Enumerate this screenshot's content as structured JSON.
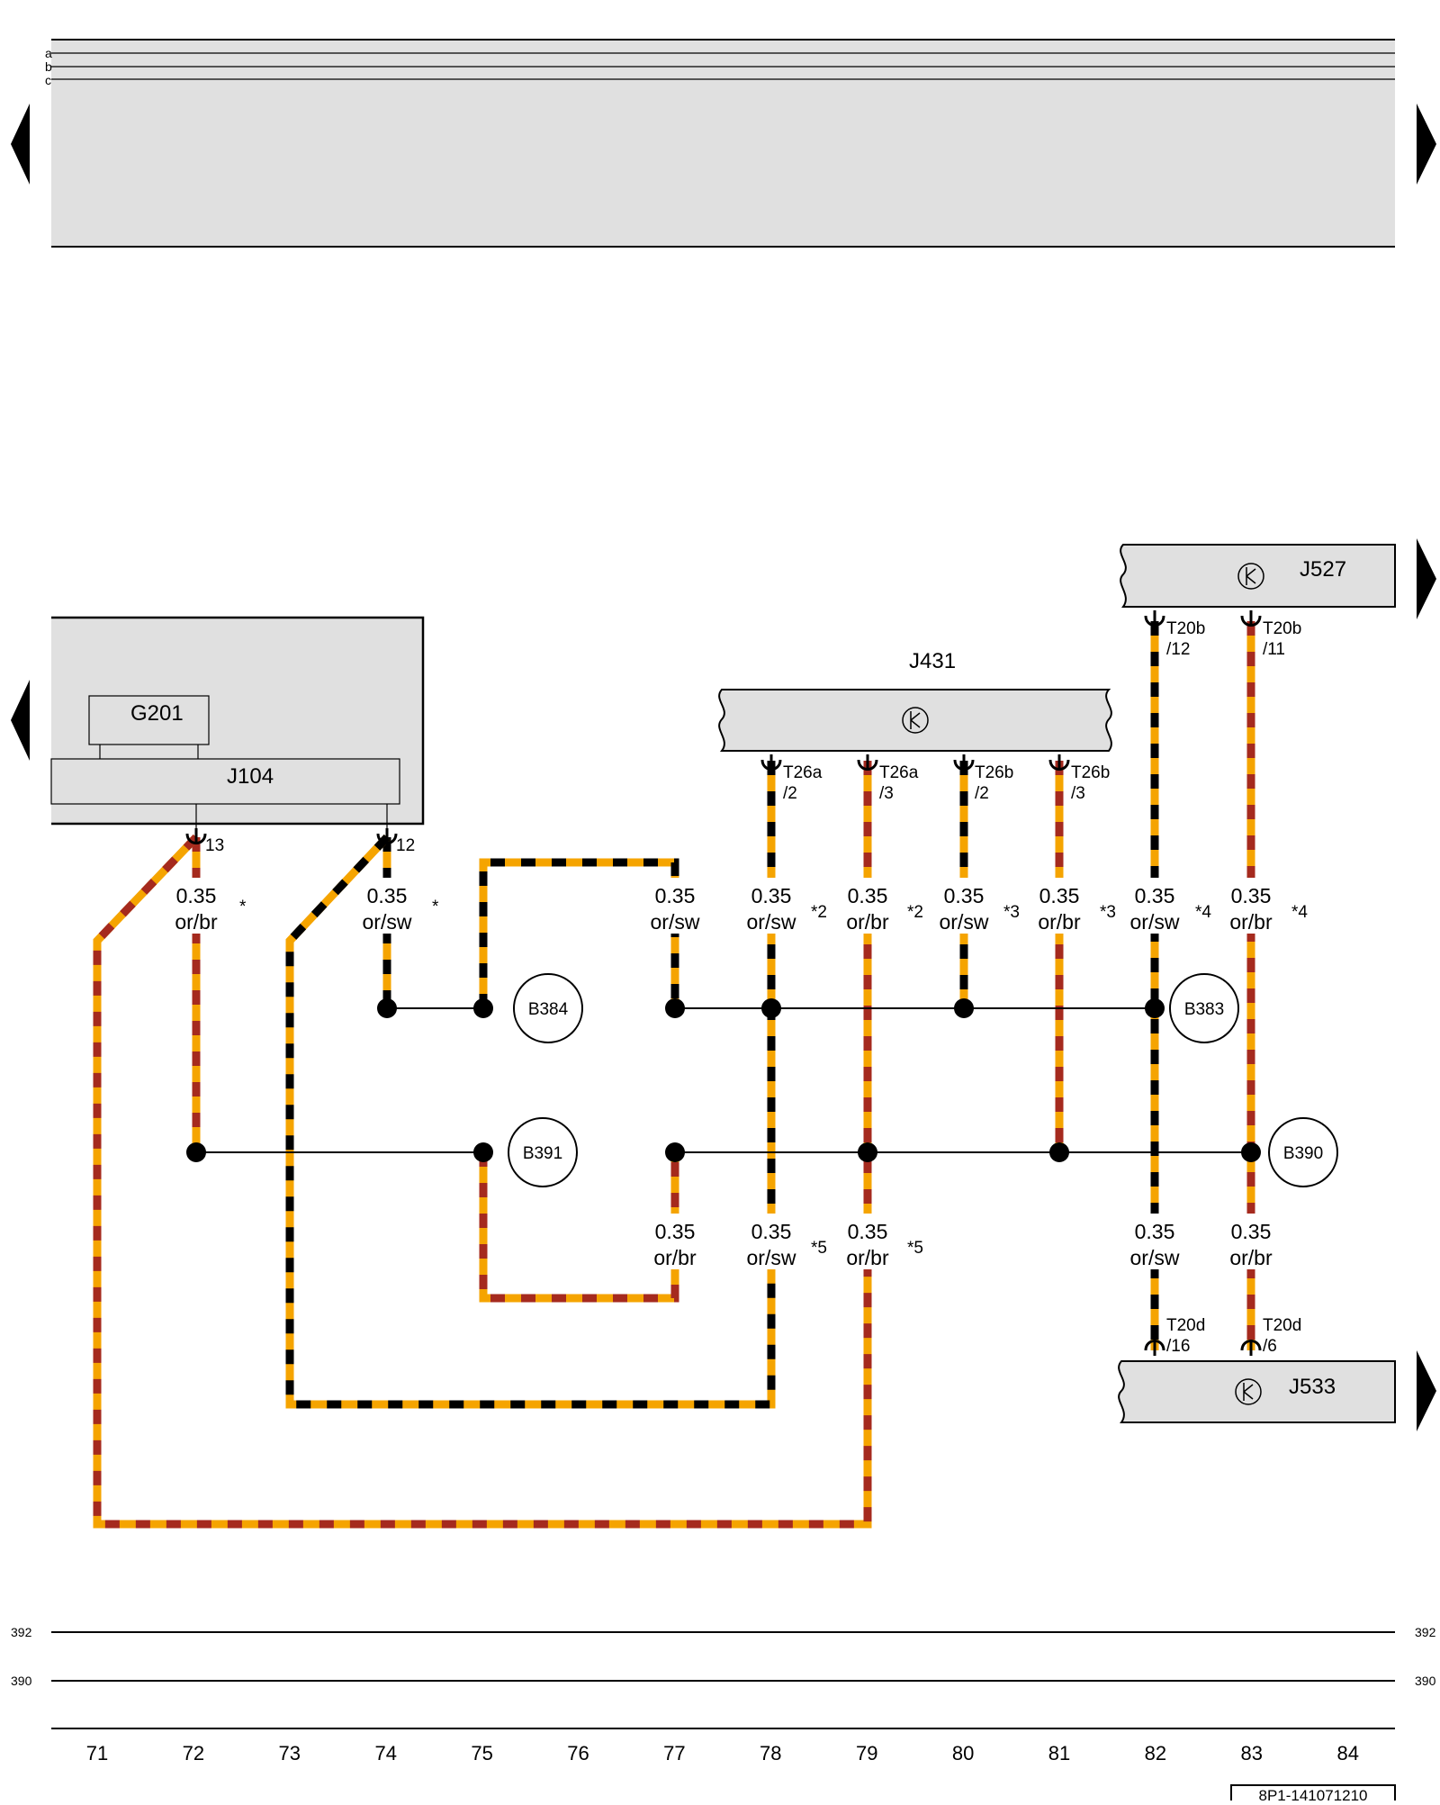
{
  "header": {
    "rows": [
      "a",
      "b",
      "c"
    ]
  },
  "components": {
    "G201": "G201",
    "J104": "J104",
    "J431": "J431",
    "J527": "J527",
    "J533": "J533"
  },
  "connectors": {
    "j104_13": "13",
    "j104_12": "12",
    "t26a_2": [
      "T26a",
      "/2"
    ],
    "t26a_3": [
      "T26a",
      "/3"
    ],
    "t26b_2": [
      "T26b",
      "/2"
    ],
    "t26b_3": [
      "T26b",
      "/3"
    ],
    "t20b_12": [
      "T20b",
      "/12"
    ],
    "t20b_11": [
      "T20b",
      "/11"
    ],
    "t20d_16": [
      "T20d",
      "/16"
    ],
    "t20d_6": [
      "T20d",
      "/6"
    ]
  },
  "splices": {
    "B384": "B384",
    "B391": "B391",
    "B383": "B383",
    "B390": "B390"
  },
  "wire_labels": {
    "w72": [
      "0.35",
      "or/br"
    ],
    "w74": [
      "0.35",
      "or/sw"
    ],
    "w77": [
      "0.35",
      "or/sw"
    ],
    "w78": [
      "0.35",
      "or/sw"
    ],
    "w79": [
      "0.35",
      "or/br"
    ],
    "w80": [
      "0.35",
      "or/sw"
    ],
    "w81": [
      "0.35",
      "or/br"
    ],
    "w82": [
      "0.35",
      "or/sw"
    ],
    "w83": [
      "0.35",
      "or/br"
    ],
    "w77b": [
      "0.35",
      "or/br"
    ],
    "w78b": [
      "0.35",
      "or/sw"
    ],
    "w79b": [
      "0.35",
      "or/br"
    ],
    "w82b": [
      "0.35",
      "or/sw"
    ],
    "w83b": [
      "0.35",
      "or/br"
    ]
  },
  "footnotes": {
    "s72": "*",
    "s74": "*",
    "s78": "*2",
    "s79": "*2",
    "s80": "*3",
    "s81": "*3",
    "s82": "*4",
    "s83": "*4",
    "s78b": "*5",
    "s79b": "*5"
  },
  "ground_bus": {
    "left": [
      "392",
      "390"
    ],
    "right": [
      "392",
      "390"
    ]
  },
  "columns": [
    "71",
    "72",
    "73",
    "74",
    "75",
    "76",
    "77",
    "78",
    "79",
    "80",
    "81",
    "82",
    "83",
    "84"
  ],
  "drawing_id": "8P1-141071210",
  "colors": {
    "orange": "#F5A400",
    "black": "#000000",
    "brown": "#A52A1E",
    "panel": "#E0E0E0"
  }
}
